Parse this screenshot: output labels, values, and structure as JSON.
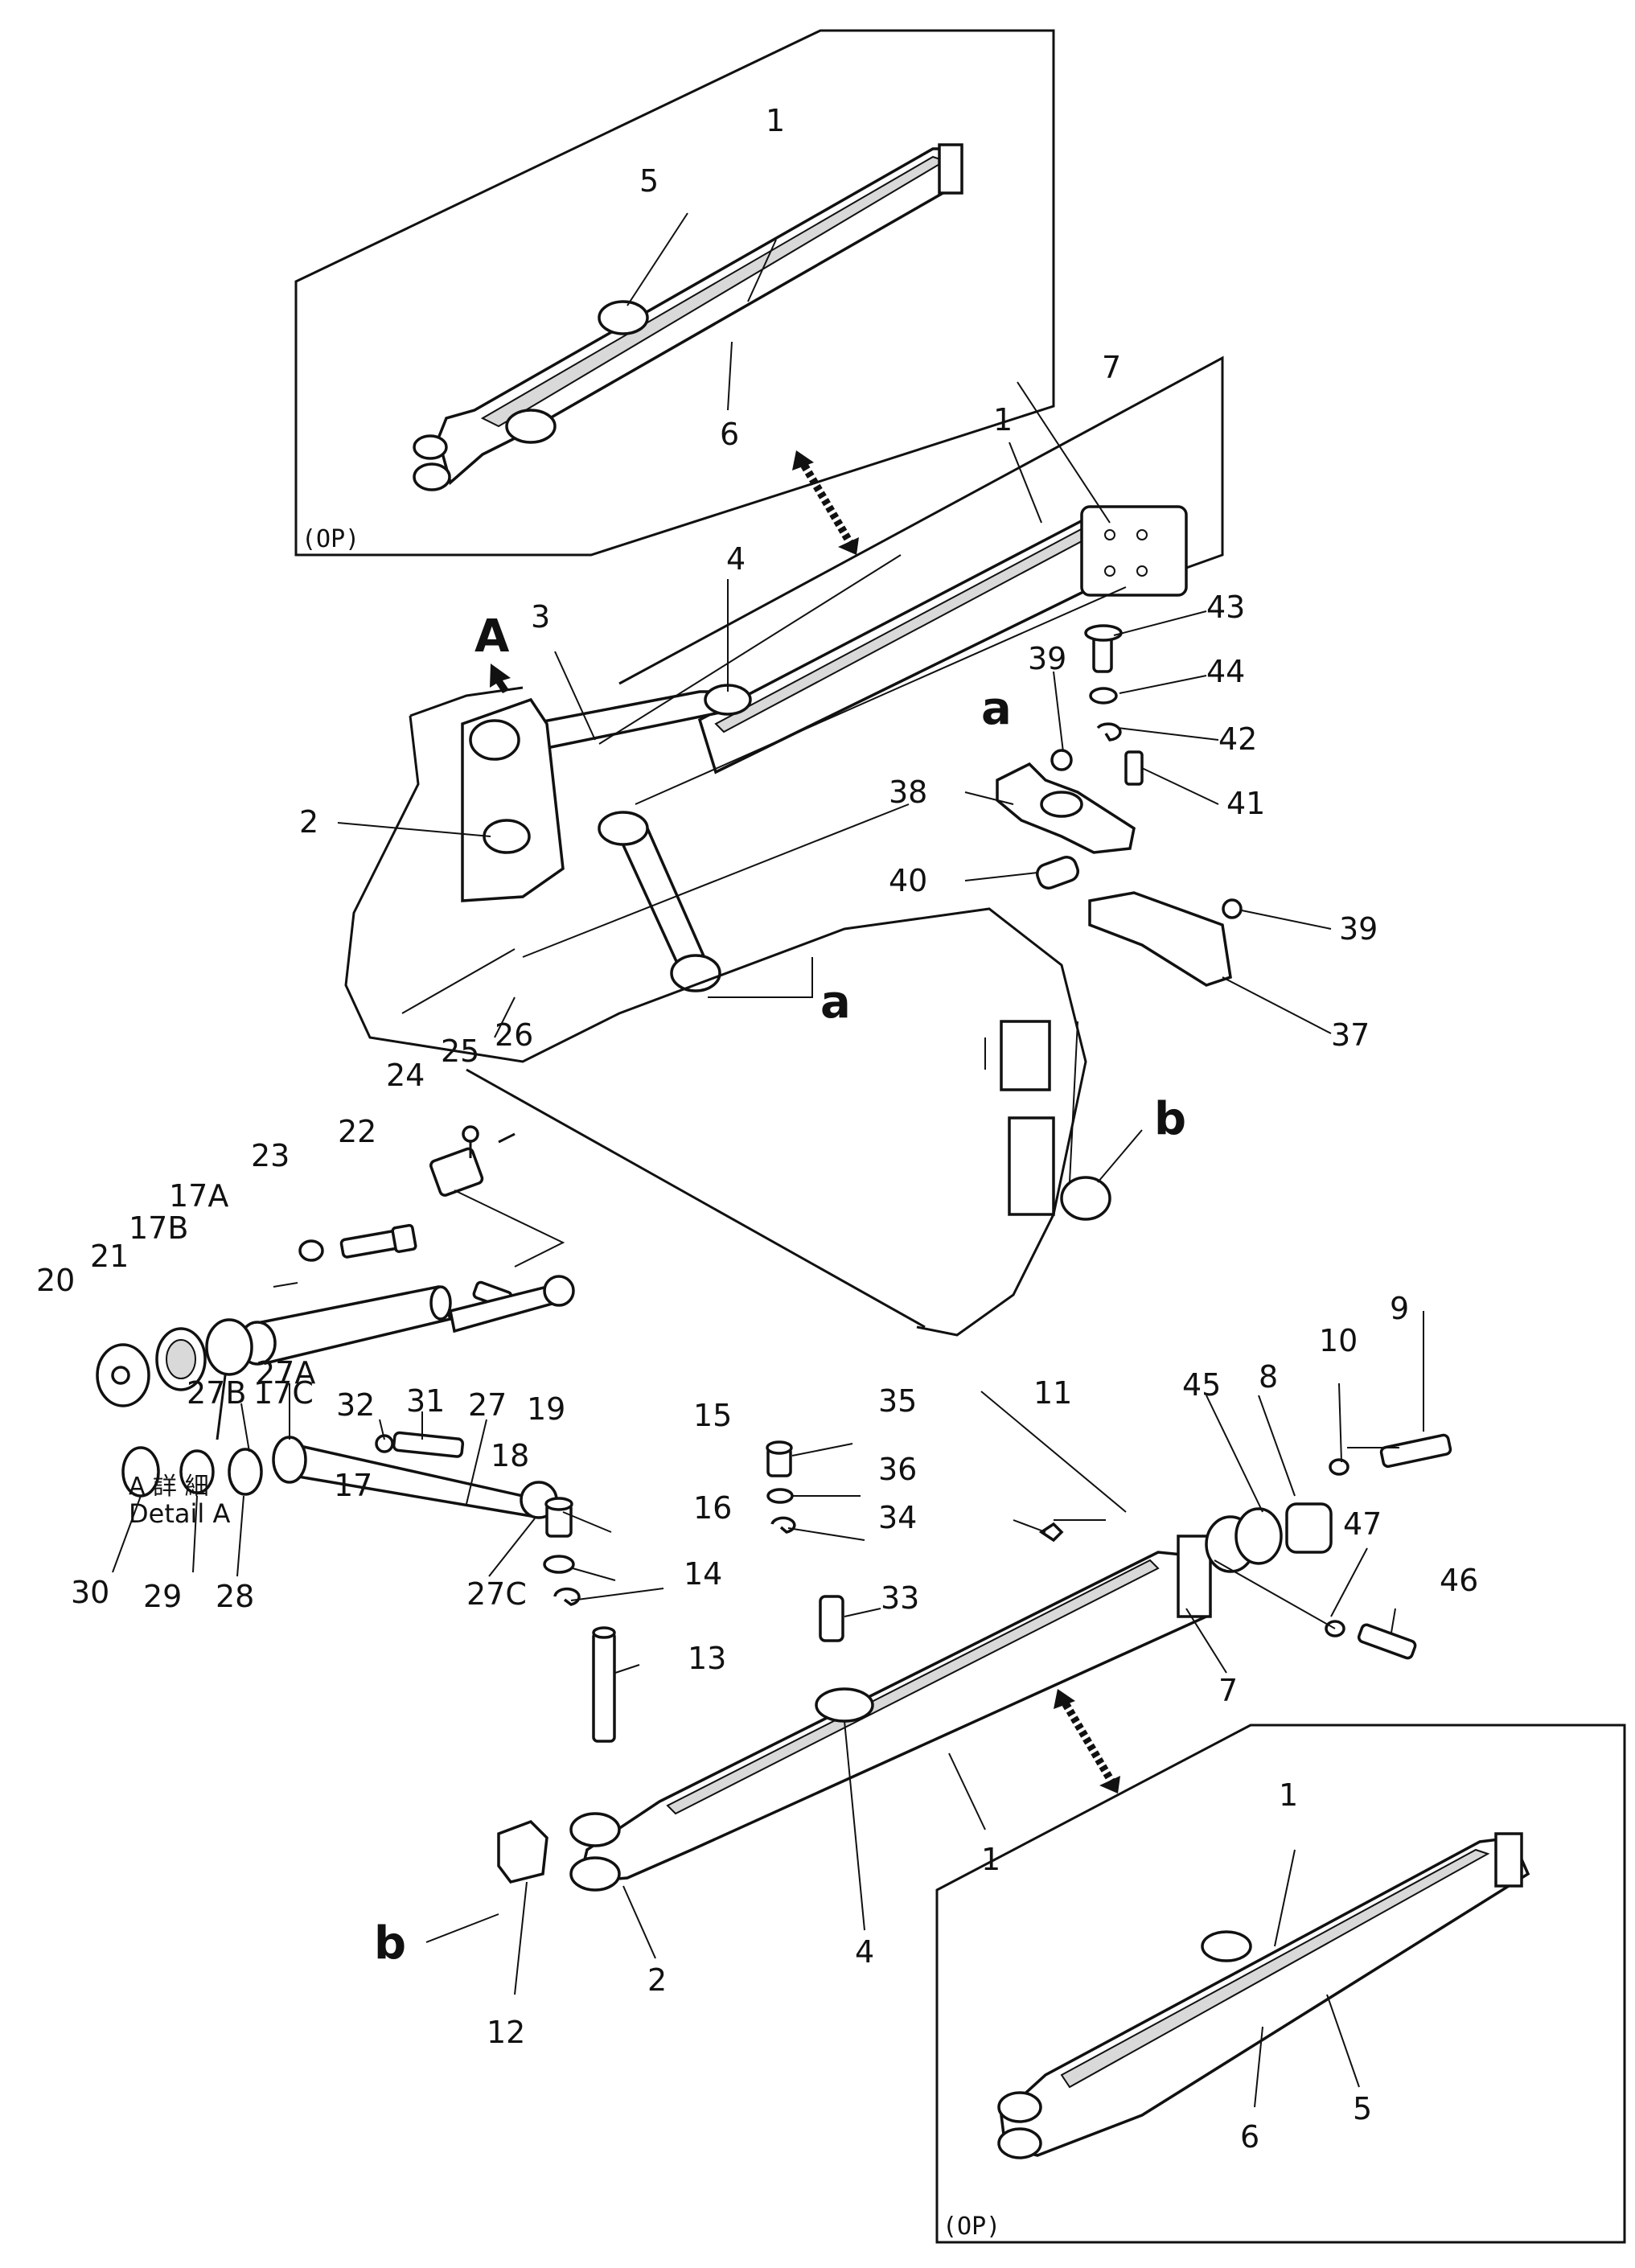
{
  "detail": {
    "jp": "A 詳 細",
    "en": "Detail A"
  },
  "view_marks": {
    "a1": "A",
    "a2": "a",
    "a3": "a",
    "b1": "b",
    "b2": "b"
  },
  "op_labels": [
    "(OP)",
    "(OP)"
  ],
  "callouts": [
    {
      "id": "c1",
      "text": "1"
    },
    {
      "id": "c2",
      "text": "5"
    },
    {
      "id": "c3",
      "text": "6"
    },
    {
      "id": "c4",
      "text": "7"
    },
    {
      "id": "c5",
      "text": "1"
    },
    {
      "id": "c6",
      "text": "4"
    },
    {
      "id": "c7",
      "text": "3"
    },
    {
      "id": "c8",
      "text": "2"
    },
    {
      "id": "c9",
      "text": "43"
    },
    {
      "id": "c10",
      "text": "44"
    },
    {
      "id": "c11",
      "text": "42"
    },
    {
      "id": "c12",
      "text": "39"
    },
    {
      "id": "c13",
      "text": "41"
    },
    {
      "id": "c14",
      "text": "38"
    },
    {
      "id": "c15",
      "text": "40"
    },
    {
      "id": "c16",
      "text": "39"
    },
    {
      "id": "c17",
      "text": "37"
    },
    {
      "id": "c18",
      "text": "26"
    },
    {
      "id": "c19",
      "text": "25"
    },
    {
      "id": "c20",
      "text": "24"
    },
    {
      "id": "c21",
      "text": "23"
    },
    {
      "id": "c22",
      "text": "22"
    },
    {
      "id": "c23",
      "text": "17A"
    },
    {
      "id": "c24",
      "text": "17B"
    },
    {
      "id": "c25",
      "text": "21"
    },
    {
      "id": "c26",
      "text": "20"
    },
    {
      "id": "c27",
      "text": "17C"
    },
    {
      "id": "c28",
      "text": "17"
    },
    {
      "id": "c29",
      "text": "18"
    },
    {
      "id": "c30",
      "text": "19"
    },
    {
      "id": "c31",
      "text": "15"
    },
    {
      "id": "c32",
      "text": "16"
    },
    {
      "id": "c33",
      "text": "14"
    },
    {
      "id": "c34",
      "text": "13"
    },
    {
      "id": "c35",
      "text": "35"
    },
    {
      "id": "c36",
      "text": "36"
    },
    {
      "id": "c37",
      "text": "34"
    },
    {
      "id": "c38",
      "text": "33"
    },
    {
      "id": "c39",
      "text": "11"
    },
    {
      "id": "c40",
      "text": "45"
    },
    {
      "id": "c41",
      "text": "8"
    },
    {
      "id": "c42",
      "text": "10"
    },
    {
      "id": "c43",
      "text": "9"
    },
    {
      "id": "c44",
      "text": "47"
    },
    {
      "id": "c45",
      "text": "46"
    },
    {
      "id": "c46",
      "text": "7"
    },
    {
      "id": "c47",
      "text": "32"
    },
    {
      "id": "c48",
      "text": "31"
    },
    {
      "id": "c49",
      "text": "27"
    },
    {
      "id": "c50",
      "text": "27A"
    },
    {
      "id": "c51",
      "text": "27B"
    },
    {
      "id": "c52",
      "text": "30"
    },
    {
      "id": "c53",
      "text": "29"
    },
    {
      "id": "c54",
      "text": "28"
    },
    {
      "id": "c55",
      "text": "27C"
    },
    {
      "id": "c56",
      "text": "12"
    },
    {
      "id": "c57",
      "text": "2"
    },
    {
      "id": "c58",
      "text": "4"
    },
    {
      "id": "c59",
      "text": "1"
    },
    {
      "id": "c60",
      "text": "1"
    },
    {
      "id": "c61",
      "text": "5"
    },
    {
      "id": "c62",
      "text": "6"
    }
  ]
}
